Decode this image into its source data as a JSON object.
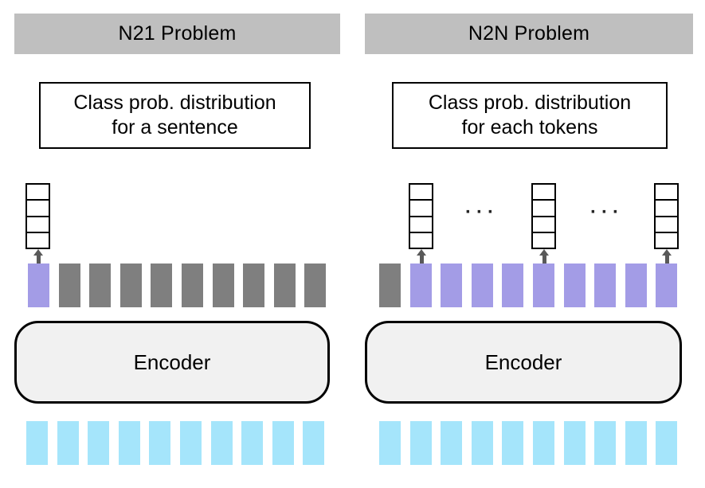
{
  "colors": {
    "title_bar_bg": "#bfbfbf",
    "purple_bar": "#a39ce6",
    "gray_bar": "#7f7f7f",
    "cyan_bar": "#a5e5fb",
    "encoder_bg": "#f1f1f1",
    "arrow": "#595959",
    "border": "#000000"
  },
  "diagram": {
    "vector_cells": 4,
    "ellipsis_symbol": "···",
    "panels": [
      {
        "title": "N21 Problem",
        "description": [
          "Class prob. distribution",
          "for a sentence"
        ],
        "encoder_label": "Encoder",
        "token_bars": [
          "purple",
          "gray",
          "gray",
          "gray",
          "gray",
          "gray",
          "gray",
          "gray",
          "gray",
          "gray"
        ],
        "input_bars": [
          "cyan",
          "cyan",
          "cyan",
          "cyan",
          "cyan",
          "cyan",
          "cyan",
          "cyan",
          "cyan",
          "cyan"
        ]
      },
      {
        "title": "N2N Problem",
        "description": [
          "Class prob. distribution",
          "for each tokens"
        ],
        "encoder_label": "Encoder",
        "token_bars": [
          "gray",
          "purple",
          "purple",
          "purple",
          "purple",
          "purple",
          "purple",
          "purple",
          "purple",
          "purple"
        ],
        "input_bars": [
          "cyan",
          "cyan",
          "cyan",
          "cyan",
          "cyan",
          "cyan",
          "cyan",
          "cyan",
          "cyan",
          "cyan"
        ]
      }
    ]
  }
}
